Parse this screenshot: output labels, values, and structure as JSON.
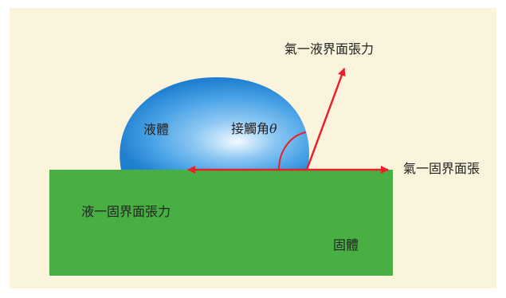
{
  "colors": {
    "background_panel": "#fbf4dc",
    "solid": "#48b042",
    "solid_edge": "#3a9a36",
    "liquid_light": "#f4f9ff",
    "liquid_mid": "#5fb0ec",
    "liquid_dark": "#1f7fd0",
    "arrow": "#e8202a"
  },
  "labels": {
    "liquid": "液體",
    "contact_angle": "接觸角",
    "theta": "θ",
    "gas_liquid_tension": "氣一液界面張力",
    "gas_solid_tension": "氣一固界面張",
    "liquid_solid_tension": "液一固界面張力",
    "solid": "固體"
  }
}
